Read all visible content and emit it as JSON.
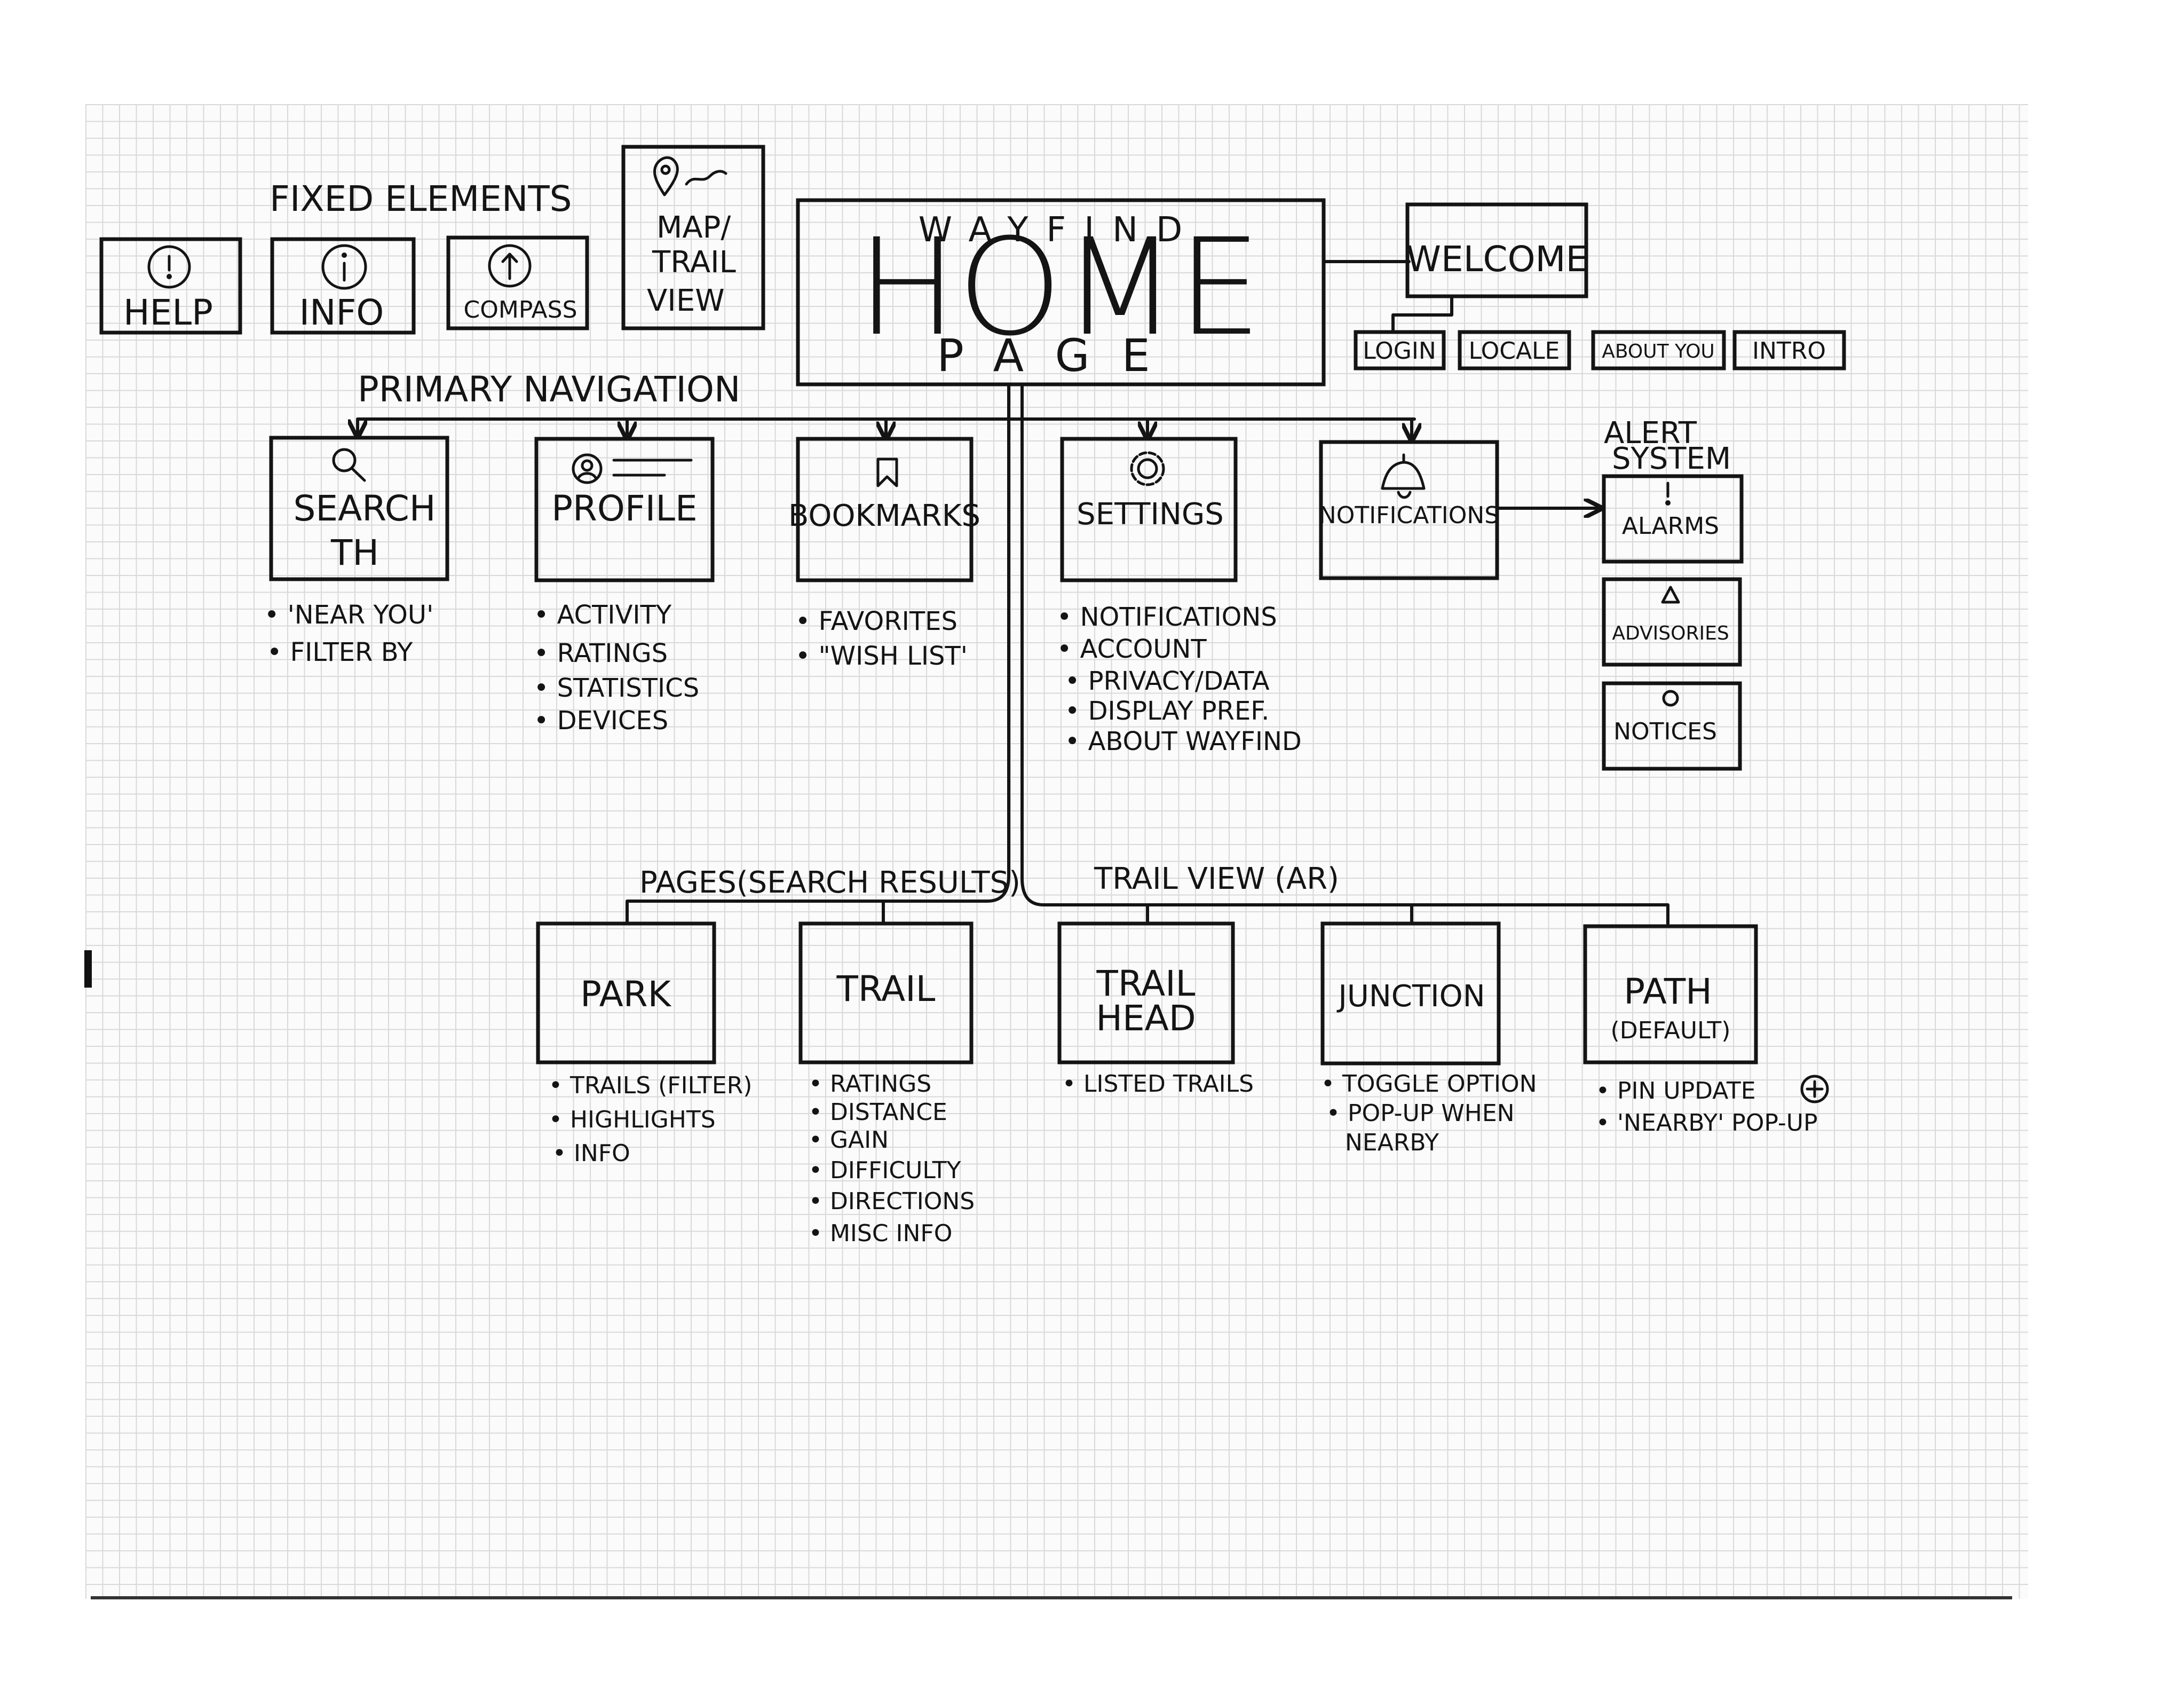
{
  "fixed": {
    "heading": "FIXED ELEMENTS",
    "items": [
      {
        "label": "HELP",
        "icon": "exclamation-icon"
      },
      {
        "label": "INFO",
        "icon": "info-icon"
      },
      {
        "label": "COMPASS",
        "icon": "compass-icon"
      },
      {
        "label_lines": [
          "MAP/",
          "TRAIL",
          "VIEW"
        ],
        "icon": "map-pin-icon"
      }
    ]
  },
  "home": {
    "brand": "WAYFIND",
    "title": "HOME",
    "subtitle": "PAGE"
  },
  "welcome": {
    "label": "WELCOME",
    "children": [
      "LOGIN",
      "LOCALE",
      "ABOUT YOU",
      "INTRO"
    ]
  },
  "primary_nav": {
    "heading": "PRIMARY NAVIGATION",
    "items": [
      {
        "label": "SEARCH",
        "sublabel": "TH",
        "icon": "magnifier-icon",
        "notes": [
          "'NEAR YOU'",
          "FILTER BY"
        ]
      },
      {
        "label": "PROFILE",
        "icon": "avatar-icon",
        "notes": [
          "ACTIVITY",
          "RATINGS",
          "STATISTICS",
          "DEVICES"
        ]
      },
      {
        "label": "BOOKMARKS",
        "icon": "bookmark-icon",
        "notes": [
          "FAVORITES",
          "\"WISH LIST'"
        ]
      },
      {
        "label": "SETTINGS",
        "icon": "gear-icon",
        "notes": [
          "NOTIFICATIONS",
          "ACCOUNT",
          "PRIVACY/DATA",
          "DISPLAY PREF.",
          "ABOUT WAYFIND"
        ]
      },
      {
        "label": "NOTIFICATIONS",
        "icon": "bell-icon",
        "notes": []
      }
    ]
  },
  "alert_system": {
    "heading_lines": [
      "ALERT",
      "SYSTEM"
    ],
    "items": [
      {
        "label": "ALARMS",
        "icon": "exclamation-icon"
      },
      {
        "label": "ADVISORIES",
        "icon": "triangle-icon"
      },
      {
        "label": "NOTICES",
        "icon": "circle-icon"
      }
    ]
  },
  "pages": {
    "heading": "PAGES(SEARCH RESULTS)",
    "items": [
      {
        "label": "PARK",
        "notes": [
          "TRAILS (FILTER)",
          "HIGHLIGHTS",
          "INFO"
        ]
      },
      {
        "label": "TRAIL",
        "notes": [
          "RATINGS",
          "DISTANCE",
          "GAIN",
          "DIFFICULTY",
          "DIRECTIONS",
          "MISC INFO"
        ]
      }
    ]
  },
  "trail_view": {
    "heading": "TRAIL VIEW (AR)",
    "items": [
      {
        "label_lines": [
          "TRAIL",
          "HEAD"
        ],
        "notes": [
          "LISTED TRAILS"
        ]
      },
      {
        "label": "JUNCTION",
        "notes": [
          "TOGGLE OPTION",
          "POP-UP WHEN",
          "NEARBY"
        ]
      },
      {
        "label": "PATH",
        "sublabel": "(DEFAULT)",
        "notes": [
          "PIN UPDATE",
          "'NEARBY' POP-UP"
        ]
      }
    ]
  }
}
